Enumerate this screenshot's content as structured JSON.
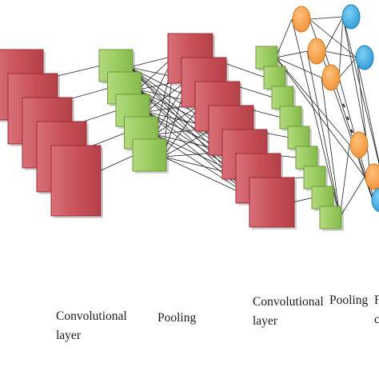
{
  "labels": {
    "conv1": [
      "Convolutional",
      "layer"
    ],
    "pool1": [
      "Pooling"
    ],
    "conv2": [
      "Convolutional",
      "layer"
    ],
    "pool2": [
      "Pooling"
    ],
    "fc": [
      "F",
      "c"
    ]
  },
  "colors": {
    "conv_fill": "#c9525a",
    "conv_edge": "#9e2d35",
    "pool_fill": "#9ccc62",
    "pool_edge": "#6f9a3c",
    "neuron_orange": "#f5a04e",
    "neuron_blue": "#49aee0",
    "line": "#222222"
  },
  "layers": [
    {
      "id": "conv1",
      "type": "feature-map-stack",
      "maps": 5
    },
    {
      "id": "pool1",
      "type": "feature-map-stack",
      "maps": 5
    },
    {
      "id": "conv2",
      "type": "feature-map-stack",
      "maps": 7
    },
    {
      "id": "pool2",
      "type": "feature-map-stack",
      "maps": 9
    },
    {
      "id": "hidden",
      "type": "neuron-column",
      "neurons": 5
    },
    {
      "id": "output",
      "type": "neuron-column",
      "neurons": 3
    }
  ]
}
